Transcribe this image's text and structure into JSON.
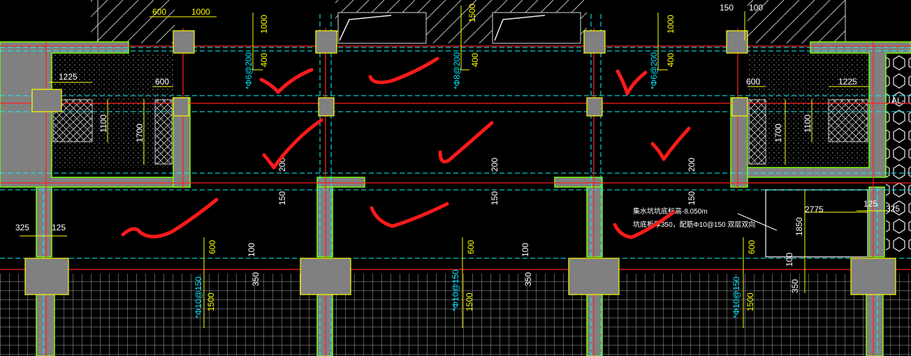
{
  "colors": {
    "background": "#000000",
    "wall": "#808080",
    "wall_edge": "#7cfc00",
    "column_edge": "#ffff00",
    "axis": "#ff2020",
    "beam_dash": "#00ffff",
    "dim_text": "#ffffff",
    "rebar_text": "#00e5ff",
    "dim_line": "#ffff00",
    "check_mark": "#ff1a1a",
    "hatch": "#bfbfbf"
  },
  "dims": {
    "top_600": "600",
    "top_1000": "1000",
    "v_1000_a": "1000",
    "v_400_a": "400",
    "v_1500": "1500",
    "v_400_b": "400",
    "v_1000_b": "1000",
    "v_400_c": "400",
    "top_150": "150",
    "top_100": "100",
    "left_1225": "1225",
    "left_600": "600",
    "left_1100": "1100",
    "left_1700": "1700",
    "right_600": "600",
    "right_1225": "1225",
    "right_1700": "1700",
    "right_1100": "1100",
    "mid_200_a": "200",
    "mid_200_b": "200",
    "mid_200_c": "200",
    "mid_150_a": "150",
    "mid_150_b": "150",
    "mid_150_c": "150",
    "left_325": "325",
    "left_125": "125",
    "right_2775": "2775",
    "right_125": "125",
    "right_325": "325",
    "right_1850": "1850",
    "low_600_a": "600",
    "low_100_a": "100",
    "low_350_a": "350",
    "low_1500_a": "1500",
    "low_600_b": "600",
    "low_100_b": "100",
    "low_350_b": "350",
    "low_1500_b": "1500",
    "low_600_c": "600",
    "low_100_c": "100",
    "low_350_c": "350",
    "low_1500_c": "1500"
  },
  "rebar": {
    "top_a": "*Φ6@200",
    "top_b": "*Φ8@200",
    "top_c": "*Φ6@200",
    "bot_a": "*Φ10@150",
    "bot_b": "*Φ10@150",
    "bot_c": "*Φ10@150"
  },
  "notes": {
    "sump_line1": "集水坑坑底标高-8.050m",
    "sump_line2": "坑底板厚350，配筋Φ10@150 双层双向",
    "axis_label": "AL-"
  },
  "annotations": {
    "check_marks": 9
  }
}
